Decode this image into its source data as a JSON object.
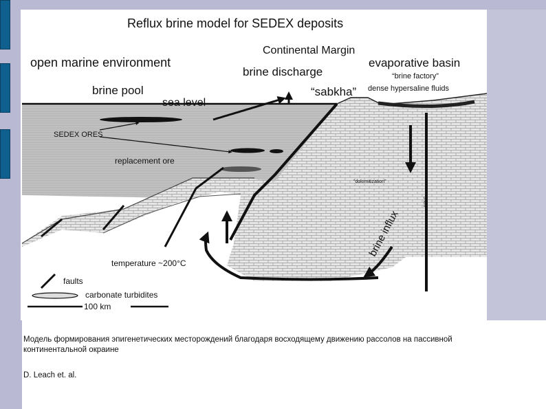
{
  "figure": {
    "title": "Reflux brine model for SEDEX deposits",
    "labels": {
      "continental_margin": "Continental Margin",
      "open_marine": "open marine environment",
      "evaporative_basin": "evaporative basin",
      "brine_discharge": "brine discharge",
      "brine_factory": "“brine factory”",
      "brine_pool": "brine pool",
      "sea_level": "sea level",
      "sabkha": "“sabkha”",
      "dense_fluids": "dense hypersaline fluids",
      "sedex_ores": "SEDEX ORES",
      "replacement_ore": "replacement ore",
      "dolomitization": "“dolomitization”",
      "depth": "5 km",
      "brine_influx": "brine influx",
      "temperature": "temperature ~200°C",
      "faults": "faults",
      "carbonate_turbidites": "carbonate turbidites",
      "scale": "100 km"
    }
  },
  "caption": {
    "text": "Модель формирования эпигенетических месторождений благодаря восходящему движению рассолов на пассивной континентальной окраине",
    "author": "D. Leach et. al."
  },
  "colors": {
    "slide_bg": "#c3c3d9",
    "accent_bar": "#0f5f8f",
    "sea": "#c9c9c9",
    "carbonate": "#e4e4e4"
  }
}
